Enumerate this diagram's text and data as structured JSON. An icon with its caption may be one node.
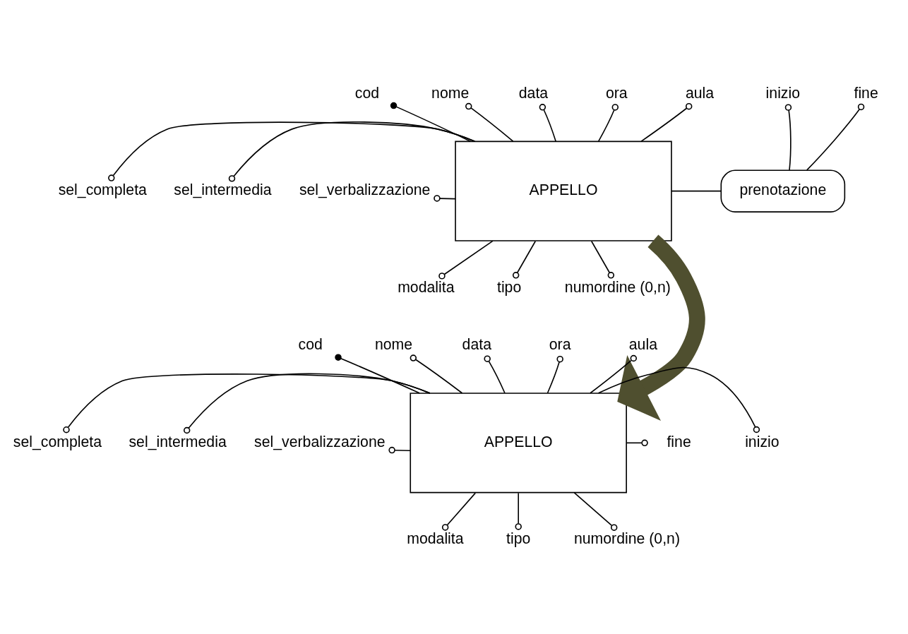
{
  "diagram": {
    "nodes": [
      {
        "text": [
          "APPELLO"
        ]
      },
      {
        "text": [
          "cod"
        ]
      },
      {
        "text": [
          "nome"
        ]
      },
      {
        "text": [
          "data"
        ]
      },
      {
        "text": [
          "ora"
        ]
      },
      {
        "text": [
          "aula"
        ]
      },
      {
        "text": [
          "sel_completa"
        ]
      },
      {
        "text": [
          "sel_intermedia"
        ]
      },
      {
        "text": [
          "sel_verbalizzazione"
        ]
      },
      {
        "text": [
          "modalita"
        ]
      },
      {
        "text": [
          "tipo"
        ]
      },
      {
        "text": [
          "numordine (0,n)"
        ]
      },
      {
        "text": [
          "prenotazione"
        ]
      },
      {
        "text": [
          "inizio"
        ]
      },
      {
        "text": [
          "fine"
        ]
      },
      {
        "text": [
          "APPELLO"
        ]
      },
      {
        "text": [
          "cod"
        ]
      },
      {
        "text": [
          "nome"
        ]
      },
      {
        "text": [
          "data"
        ]
      },
      {
        "text": [
          "ora"
        ]
      },
      {
        "text": [
          "aula"
        ]
      },
      {
        "text": [
          "sel_completa"
        ]
      },
      {
        "text": [
          "sel_intermedia"
        ]
      },
      {
        "text": [
          "sel_verbalizzazione"
        ]
      },
      {
        "text": [
          "modalita"
        ]
      },
      {
        "text": [
          "tipo"
        ]
      },
      {
        "text": [
          "numordine (0,n)"
        ]
      },
      {
        "text": [
          "inizio"
        ]
      },
      {
        "text": [
          "fine"
        ]
      }
    ],
    "edges": [
      {
        "from": 0,
        "to": 1,
        "arrow": "other"
      },
      {
        "from": 0,
        "to": 2,
        "arrow": "other"
      },
      {
        "from": 0,
        "to": 3,
        "arrow": "other"
      },
      {
        "from": 0,
        "to": 4,
        "arrow": "other"
      },
      {
        "from": 0,
        "to": 5,
        "arrow": "other"
      },
      {
        "from": 0,
        "to": 6,
        "arrow": "other"
      },
      {
        "from": 0,
        "to": 7,
        "arrow": "other"
      },
      {
        "from": 0,
        "to": 8,
        "arrow": "other"
      },
      {
        "from": 0,
        "to": 9,
        "arrow": "other"
      },
      {
        "from": 0,
        "to": 10,
        "arrow": "other"
      },
      {
        "from": 0,
        "to": 11,
        "arrow": "other"
      },
      {
        "from": 0,
        "to": 12,
        "arrow": "none"
      },
      {
        "from": 12,
        "to": 13,
        "arrow": "other"
      },
      {
        "from": 12,
        "to": 14,
        "arrow": "other"
      },
      {
        "from": 0,
        "to": 15,
        "arrow": "to",
        "style": "thick",
        "color": "#4f4f2f"
      },
      {
        "from": 15,
        "to": 16,
        "arrow": "other"
      },
      {
        "from": 15,
        "to": 17,
        "arrow": "other"
      },
      {
        "from": 15,
        "to": 18,
        "arrow": "other"
      },
      {
        "from": 15,
        "to": 19,
        "arrow": "other"
      },
      {
        "from": 15,
        "to": 20,
        "arrow": "other"
      },
      {
        "from": 15,
        "to": 21,
        "arrow": "other"
      },
      {
        "from": 15,
        "to": 22,
        "arrow": "other"
      },
      {
        "from": 15,
        "to": 23,
        "arrow": "other"
      },
      {
        "from": 15,
        "to": 24,
        "arrow": "other"
      },
      {
        "from": 15,
        "to": 25,
        "arrow": "other"
      },
      {
        "from": 15,
        "to": 26,
        "arrow": "other"
      },
      {
        "from": 15,
        "to": 27,
        "arrow": "other"
      },
      {
        "from": 15,
        "to": 28,
        "arrow": "other"
      }
    ]
  }
}
